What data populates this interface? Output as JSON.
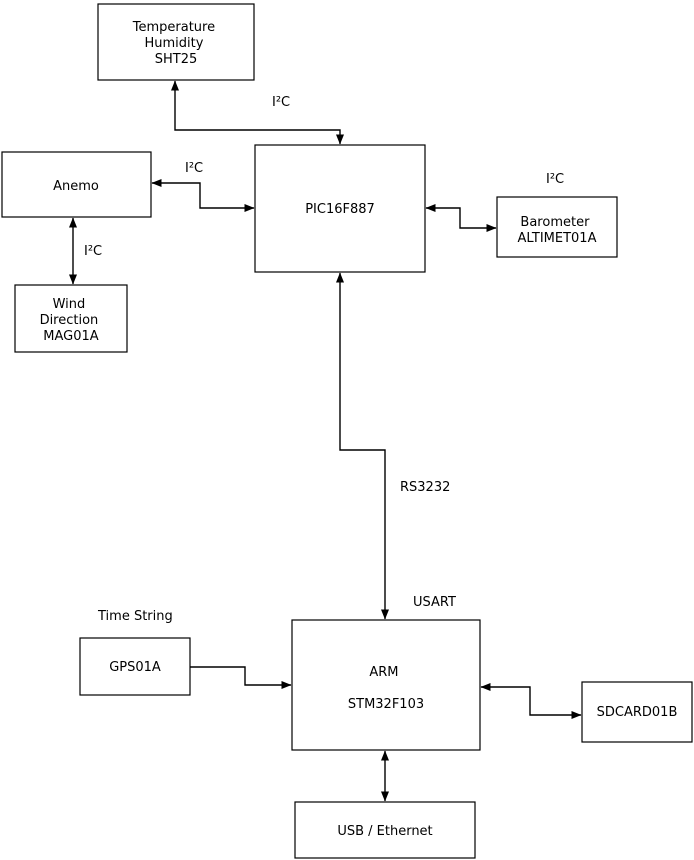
{
  "diagram": {
    "type": "block-diagram",
    "colors": {
      "background": "#ffffff",
      "box_fill": "#ffffff",
      "stroke": "#000000",
      "text": "#000000"
    },
    "nodes": {
      "sht25": {
        "lines": [
          "Temperature",
          "Humidity",
          "SHT25"
        ]
      },
      "anemo": {
        "lines": [
          "Anemo"
        ]
      },
      "wind_direction": {
        "lines": [
          "Wind",
          "Direction",
          "MAG01A"
        ]
      },
      "pic": {
        "lines": [
          "PIC16F887"
        ]
      },
      "barometer": {
        "lines": [
          "Barometer",
          "ALTIMET01A"
        ]
      },
      "gps": {
        "lines": [
          "GPS01A"
        ]
      },
      "arm": {
        "lines": [
          "ARM",
          "STM32F103"
        ]
      },
      "sdcard": {
        "lines": [
          "SDCARD01B"
        ]
      },
      "usb": {
        "lines": [
          "USB / Ethernet"
        ]
      }
    },
    "edge_labels": {
      "i2c_sht25": "I²C",
      "i2c_anemo": "I²C",
      "i2c_wind": "I²C",
      "i2c_barometer": "I²C",
      "rs3232": "RS3232",
      "usart": "USART",
      "time_string": "Time String"
    }
  }
}
